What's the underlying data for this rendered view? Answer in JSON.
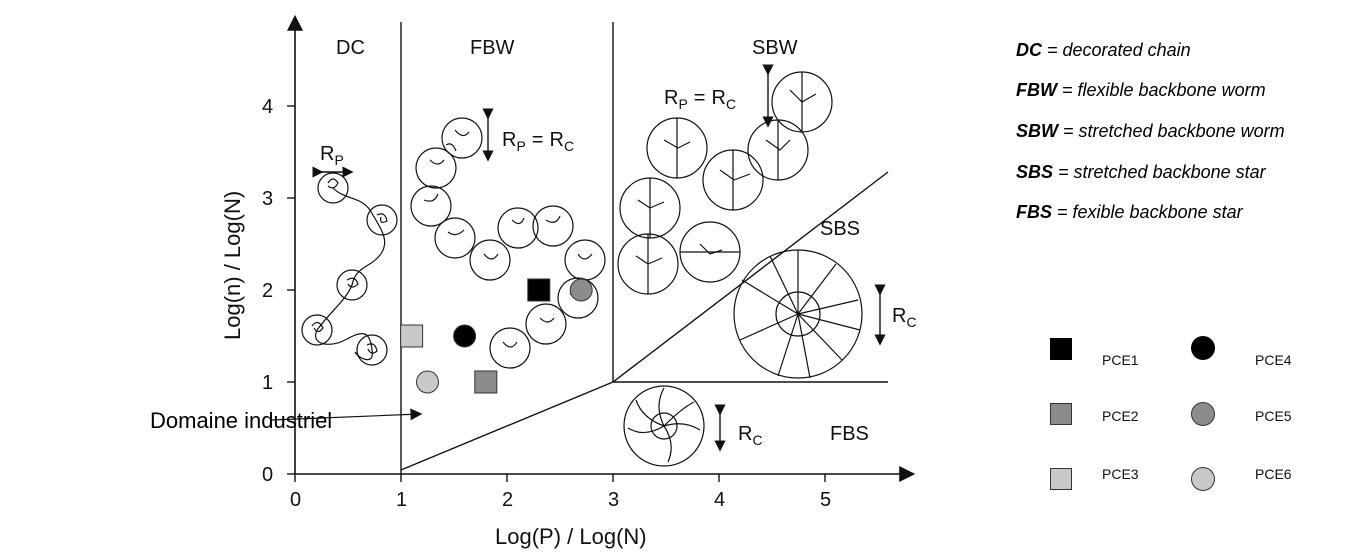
{
  "axes": {
    "x_label": "Log(P) / Log(N)",
    "y_label": "Log(n) / Log(N)",
    "x_ticks": [
      "0",
      "1",
      "2",
      "3",
      "4",
      "5"
    ],
    "y_ticks": [
      "0",
      "1",
      "2",
      "3",
      "4"
    ]
  },
  "regions": {
    "dc": "DC",
    "fbw": "FBW",
    "sbw": "SBW",
    "sbs": "SBS",
    "fbs": "FBS"
  },
  "annotations": {
    "rp": "R",
    "rp_sub": "P",
    "rp_eq_rc_1": "R",
    "rc": "R",
    "rc_sub": "C",
    "p_sub": "P",
    "eq": "=",
    "industrial": "Domaine industriel"
  },
  "definitions": [
    {
      "abbr": "DC",
      "text": " = decorated chain"
    },
    {
      "abbr": "FBW",
      "text": " = flexible backbone worm"
    },
    {
      "abbr": "SBW",
      "text": " = stretched backbone worm"
    },
    {
      "abbr": "SBS",
      "text": " = stretched backbone star"
    },
    {
      "abbr": "FBS",
      "text": " = fexible backbone star"
    }
  ],
  "markers": [
    {
      "label": "PCE1",
      "shape": "square",
      "color": "#000000"
    },
    {
      "label": "PCE2",
      "shape": "square",
      "color": "#8c8c8c"
    },
    {
      "label": "PCE3",
      "shape": "square",
      "color": "#c8c8c8"
    },
    {
      "label": "PCE4",
      "shape": "circle",
      "color": "#000000"
    },
    {
      "label": "PCE5",
      "shape": "circle",
      "color": "#8c8c8c"
    },
    {
      "label": "PCE6",
      "shape": "circle",
      "color": "#c8c8c8"
    }
  ],
  "points": [
    {
      "label": "PCE1",
      "x": 2.3,
      "y": 2.0
    },
    {
      "label": "PCE2",
      "x": 1.8,
      "y": 1.0
    },
    {
      "label": "PCE3",
      "x": 1.1,
      "y": 1.5
    },
    {
      "label": "PCE4",
      "x": 1.6,
      "y": 1.5
    },
    {
      "label": "PCE5",
      "x": 2.7,
      "y": 2.0
    },
    {
      "label": "PCE6",
      "x": 1.25,
      "y": 1.0
    }
  ]
}
